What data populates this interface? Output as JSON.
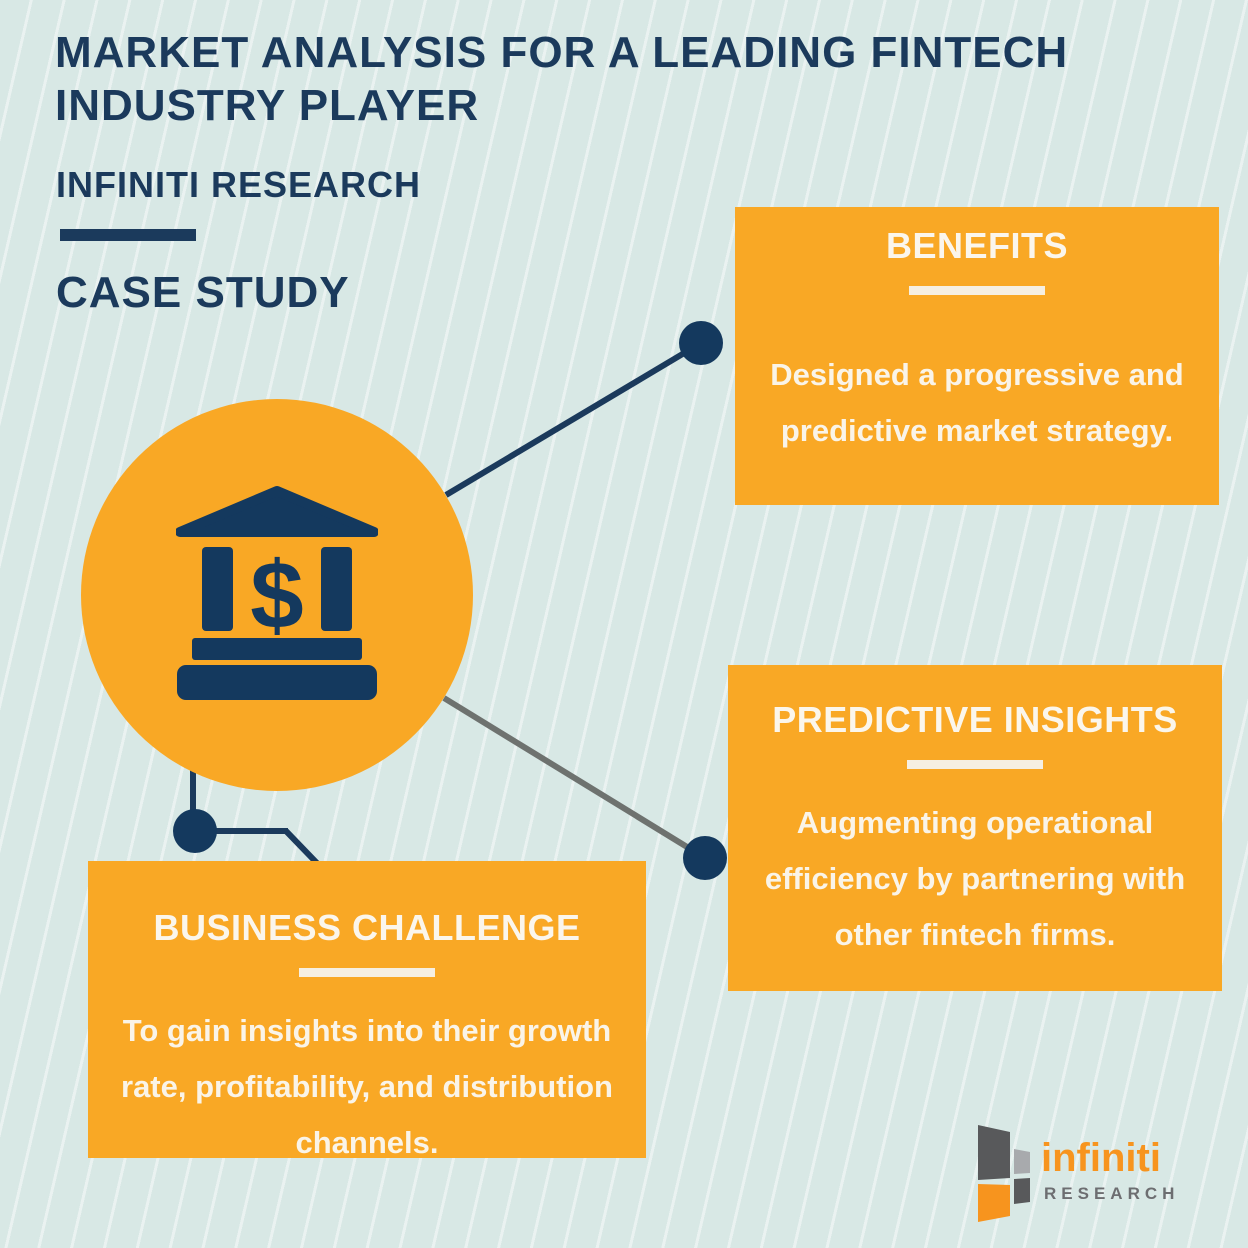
{
  "palette": {
    "background": "#d8e8e5",
    "stripe": "rgba(255,255,255,0.45)",
    "orange": "#f9a825",
    "navy": "#1b3a5c",
    "cream_text": "#faf4e8",
    "gray_line": "#6e726f",
    "logo_orange": "#f7941e",
    "logo_dark_gray": "#58595b",
    "logo_light_gray": "#a8aaad",
    "logo_text_gray": "#6d6e71"
  },
  "header": {
    "title_line1": "MARKET ANALYSIS FOR A LEADING FINTECH",
    "title_line2": "INDUSTRY PLAYER",
    "subtitle": "INFINITI RESEARCH",
    "label": "CASE STUDY"
  },
  "center_icon": {
    "name": "bank-icon",
    "symbol": "$"
  },
  "cards": [
    {
      "id": "benefits",
      "title": "BENEFITS",
      "body": "Designed a progressive and predictive market strategy."
    },
    {
      "id": "predictive-insights",
      "title": "PREDICTIVE INSIGHTS",
      "body": "Augmenting operational efficiency by partnering with other fintech firms."
    },
    {
      "id": "business-challenge",
      "title": "BUSINESS CHALLENGE",
      "body": "To gain insights into their growth rate, profitability, and distribution channels."
    }
  ],
  "logo": {
    "brand": "infiniti",
    "sub": "RESEARCH"
  }
}
